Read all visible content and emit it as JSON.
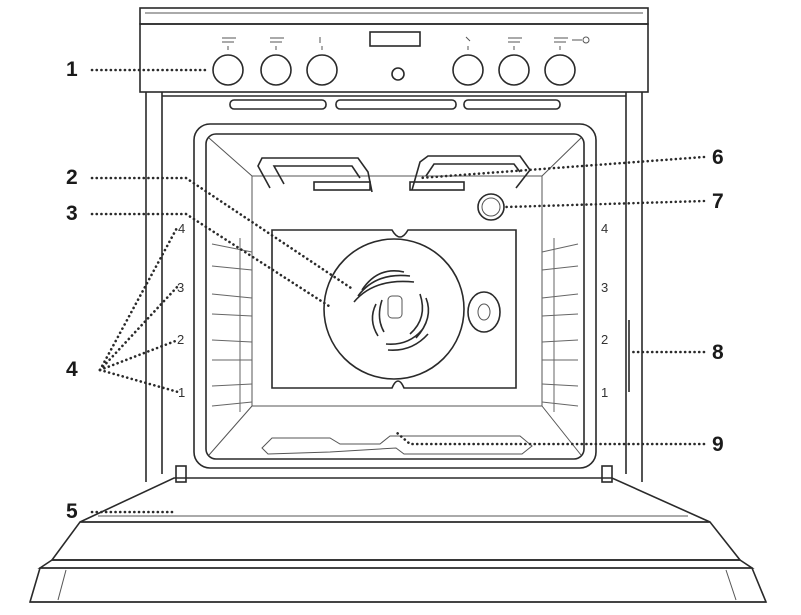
{
  "callouts": {
    "c1": "1",
    "c2": "2",
    "c3": "3",
    "c4": "4",
    "c5": "5",
    "c6": "6",
    "c7": "7",
    "c8": "8",
    "c9": "9"
  },
  "shelf_levels": {
    "left": [
      "4",
      "3",
      "2",
      "1"
    ],
    "right": [
      "4",
      "3",
      "2",
      "1"
    ]
  },
  "colors": {
    "line": "#2a2a2a",
    "background": "#ffffff"
  }
}
